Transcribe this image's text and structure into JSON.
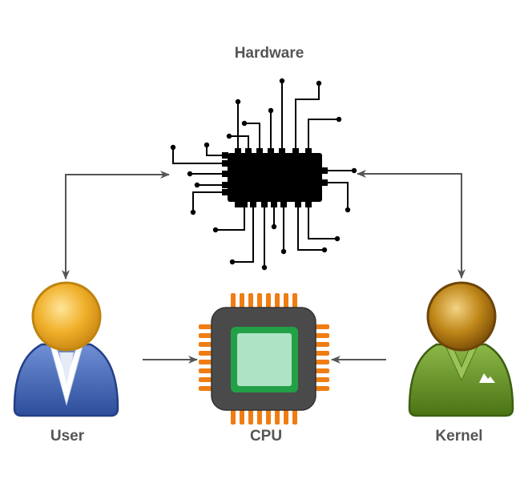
{
  "labels": {
    "hardware": "Hardware",
    "user": "User",
    "cpu": "CPU",
    "kernel": "Kernel"
  },
  "icons": {
    "hardware": "integrated-circuit-icon",
    "user": "user-person-icon",
    "cpu": "cpu-chip-icon",
    "kernel": "kernel-person-icon"
  },
  "colors": {
    "connector": "#555555",
    "label": "#555555",
    "chip_body": "#000000",
    "user_body": "#3b5fae",
    "user_head": "#e8a21a",
    "kernel_body": "#5e8a1e",
    "kernel_head": "#a86f12",
    "cpu_frame": "#4a4a4a",
    "cpu_pins": "#f07d12",
    "cpu_core": "#22a046",
    "cpu_die": "#aee3c6"
  }
}
